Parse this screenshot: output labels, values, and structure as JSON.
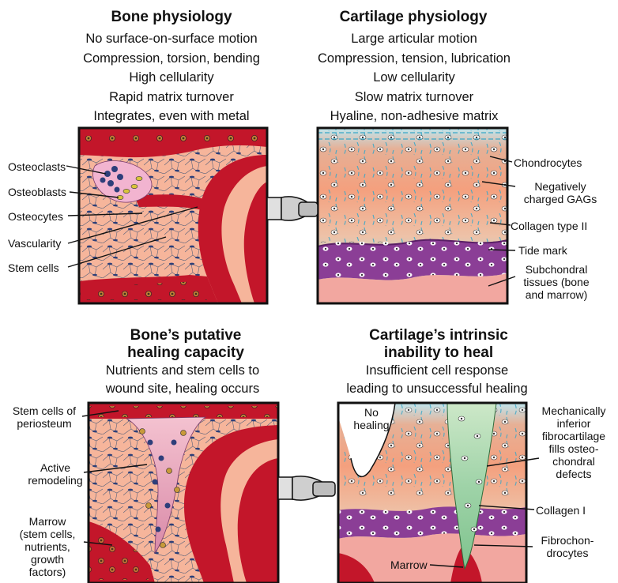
{
  "top_left": {
    "heading": "Bone physiology",
    "lines": [
      "No surface-on-surface motion",
      "Compression, torsion, bending",
      "High cellularity",
      "Rapid matrix turnover",
      "Integrates, even with metal"
    ],
    "labels": [
      "Osteoclasts",
      "Osteoblasts",
      "Osteocytes",
      "Vascularity",
      "Stem cells"
    ]
  },
  "top_right": {
    "heading": "Cartilage physiology",
    "lines": [
      "Large articular motion",
      "Compression, tension, lubrication",
      "Low cellularity",
      "Slow matrix turnover",
      "Hyaline, non-adhesive matrix"
    ],
    "labels": [
      "Chondrocytes",
      "Negatively charged GAGs",
      "Collagen type II",
      "Tide mark",
      "Subchondral tissues (bone and marrow)"
    ]
  },
  "bottom_left": {
    "heading_line1": "Bone’s putative",
    "heading_line2": "healing capacity",
    "lines": [
      "Nutrients and stem cells to",
      "wound site, healing occurs"
    ],
    "labels": {
      "periosteum_1": "Stem cells of",
      "periosteum_2": "periosteum",
      "remodel_1": "Active",
      "remodel_2": "remodeling",
      "marrow_1": "Marrow",
      "marrow_2": "(stem cells,",
      "marrow_3": "nutrients,",
      "marrow_4": "growth",
      "marrow_5": "factors)"
    }
  },
  "bottom_right": {
    "heading_line1": "Cartilage’s intrinsic",
    "heading_line2": "inability to heal",
    "lines": [
      "Insufficient cell response",
      "leading to unsuccessful healing"
    ],
    "labels": {
      "no_healing_1": "No",
      "no_healing_2": "healing",
      "inferior_1": "Mechanically",
      "inferior_2": "inferior",
      "inferior_3": "fibrocartilage",
      "inferior_4": "fills osteo-",
      "inferior_5": "chondral",
      "inferior_6": "defects",
      "collagen1": "Collagen I",
      "fibro_1": "Fibrochon-",
      "fibro_2": "drocytes",
      "marrow": "Marrow"
    }
  },
  "colors": {
    "bone_pink": "#f6b59b",
    "vessel_red": "#c3162a",
    "cartilage_orange": "#f2a883",
    "cartilage_teal": "#8fd3d6",
    "tidemark_purple": "#8b3e96",
    "subchondral_pink": "#f2a7a0",
    "fibro_green": "#8fcfa0",
    "outline": "#111111"
  }
}
